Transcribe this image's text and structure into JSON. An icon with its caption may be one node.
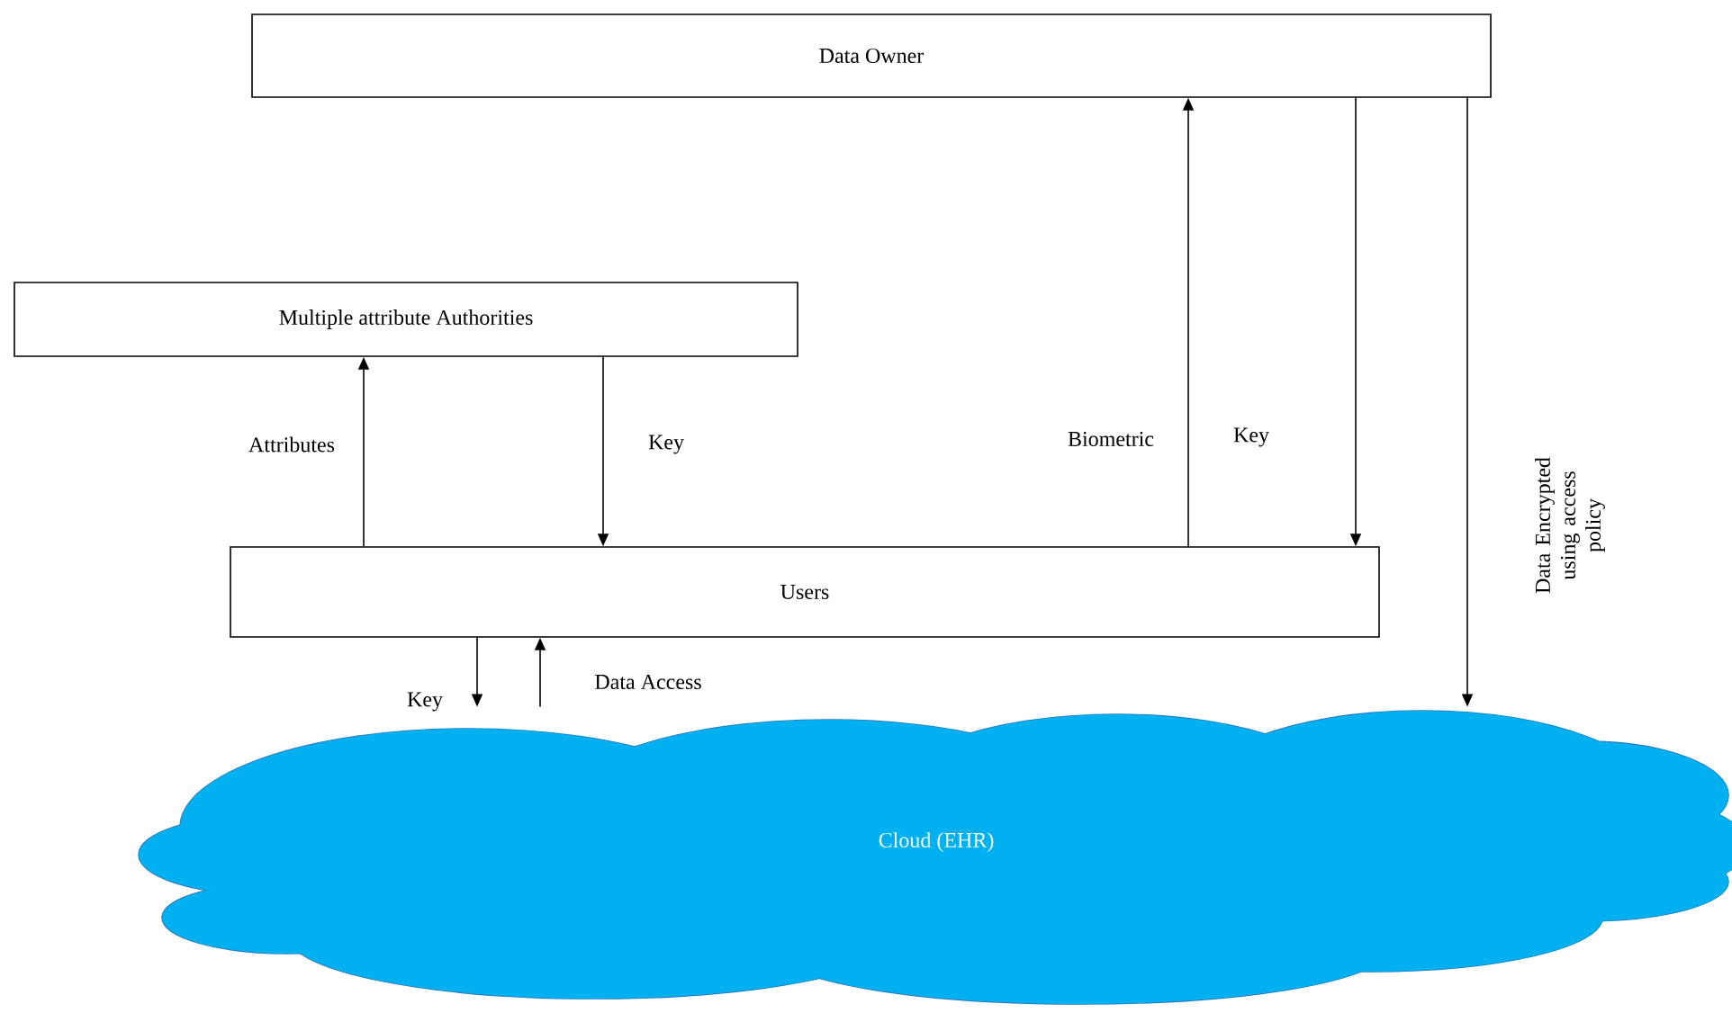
{
  "diagram": {
    "nodes": [
      {
        "text": [
          "Data Owner"
        ]
      },
      {
        "text": [
          "Multiple attribute Authorities"
        ]
      },
      {
        "text": [
          "Users"
        ]
      },
      {
        "text": [
          "Cloud (EHR)"
        ]
      }
    ],
    "edges": [
      {
        "from": 2,
        "to": 1,
        "arrow": "to",
        "label": "Attributes"
      },
      {
        "from": 1,
        "to": 2,
        "arrow": "to",
        "label": "Key"
      },
      {
        "from": 2,
        "to": 0,
        "arrow": "to",
        "label": "Biometric"
      },
      {
        "from": 0,
        "to": 2,
        "arrow": "to",
        "label": "Key"
      },
      {
        "from": 2,
        "to": 3,
        "arrow": "to",
        "label": "Key"
      },
      {
        "from": 3,
        "to": 2,
        "arrow": "to",
        "label": "Data Access"
      },
      {
        "from": 0,
        "to": 3,
        "arrow": "to",
        "label": "Data Encrypted using access policy"
      }
    ]
  }
}
